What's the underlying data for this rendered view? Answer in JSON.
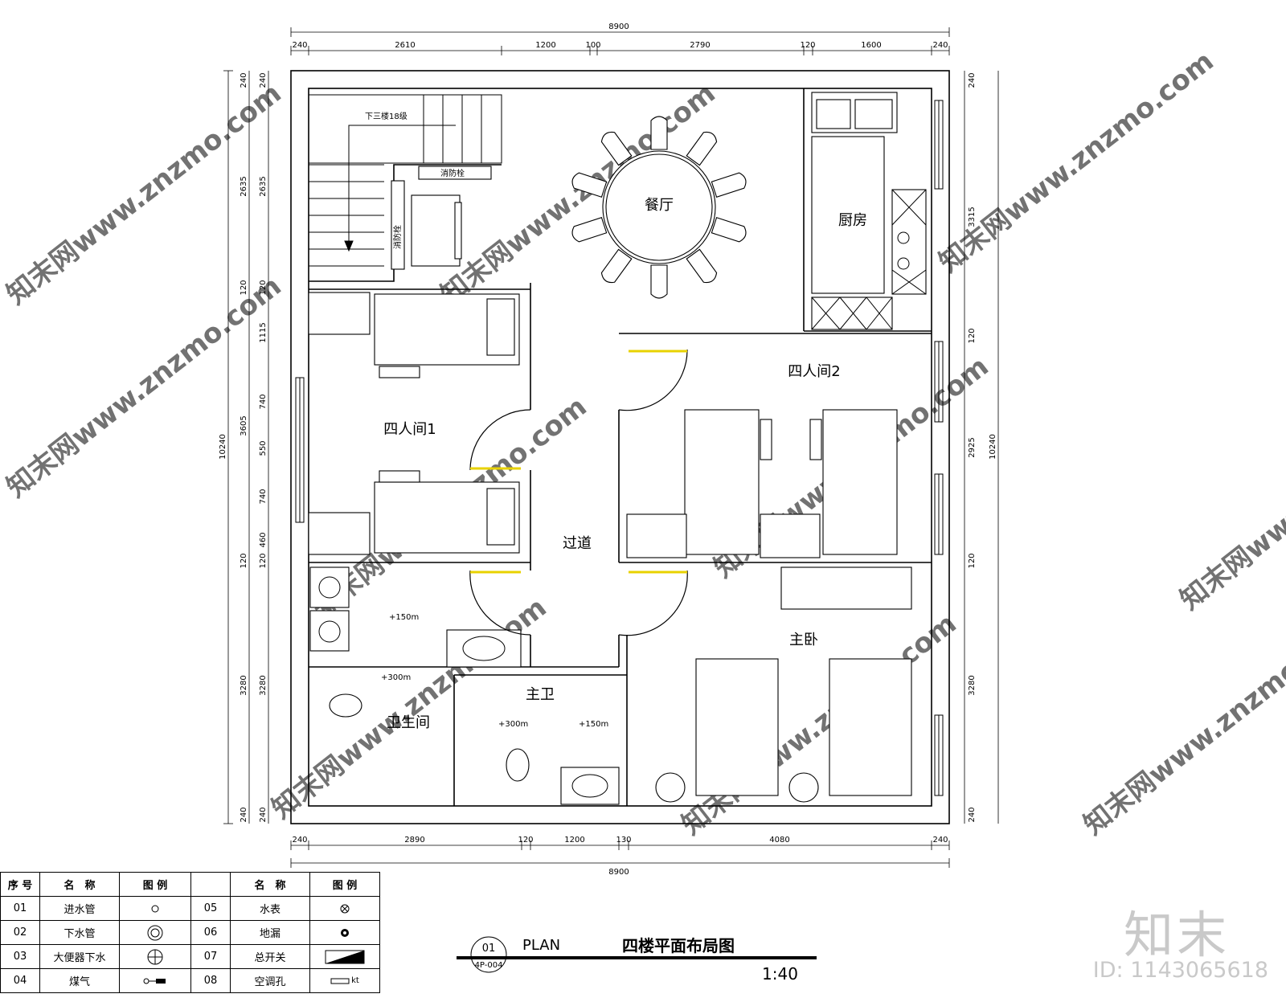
{
  "rooms": {
    "dining": "餐厅",
    "kitchen": "厨房",
    "room1": "四人间1",
    "room2": "四人间2",
    "corridor": "过道",
    "master": "主卧",
    "master_bath": "主卫",
    "bathroom": "卫生间",
    "stair_note": "下三楼18级",
    "hydrant1": "消防栓",
    "hydrant2": "消防栓"
  },
  "levels": {
    "bath_150": "+150m",
    "bath_300": "+300m",
    "mb_300": "+300m",
    "mb_150": "+150m"
  },
  "dims": {
    "top_total": "8900",
    "top_segs": [
      "240",
      "2610",
      "1200",
      "100",
      "2790",
      "120",
      "1600",
      "240"
    ],
    "bottom_total": "8900",
    "bottom_segs": [
      "240",
      "2890",
      "120",
      "1200",
      "130",
      "4080",
      "240"
    ],
    "left_total": "10240",
    "left_outer": [
      "240",
      "2635",
      "120",
      "3605",
      "120",
      "3280",
      "240"
    ],
    "left_inner": [
      "240",
      "2635",
      "120",
      "1115",
      "740",
      "550",
      "740",
      "460",
      "120",
      "3280",
      "240"
    ],
    "right_total": "10240",
    "right_segs": [
      "240",
      "3315",
      "120",
      "2925",
      "120",
      "3280",
      "240"
    ]
  },
  "watermark": "知末网www.znzmo.com",
  "legend": {
    "headers": {
      "seq": "序 号",
      "name": "名　称",
      "icon": "图 例",
      "name2": "名　称",
      "icon2": "图 例"
    },
    "rows": [
      {
        "no": "01",
        "name": "进水管",
        "icon": "small-circle-icon",
        "no2": "05",
        "name2": "水表",
        "icon2": "x-circle-icon"
      },
      {
        "no": "02",
        "name": "下水管",
        "icon": "double-circle-icon",
        "no2": "06",
        "name2": "地漏",
        "icon2": "drain-icon"
      },
      {
        "no": "03",
        "name": "大便器下水",
        "icon": "cross-circle-icon",
        "no2": "07",
        "name2": "总开关",
        "icon2": "switch-icon"
      },
      {
        "no": "04",
        "name": "煤气",
        "icon": "gas-icon",
        "no2": "08",
        "name2": "空调孔",
        "icon2": "ac-hole-icon"
      }
    ],
    "ac_suffix": "kt"
  },
  "title_block": {
    "number": "01",
    "sheet": "4P-004",
    "plan": "PLAN",
    "title": "四楼平面布局图",
    "scale": "1:40"
  },
  "brand": {
    "logo": "知末",
    "id": "ID: 1143065618"
  },
  "colors": {
    "door_highlight": "#e8d200",
    "watermark": "#d8d8d8"
  }
}
